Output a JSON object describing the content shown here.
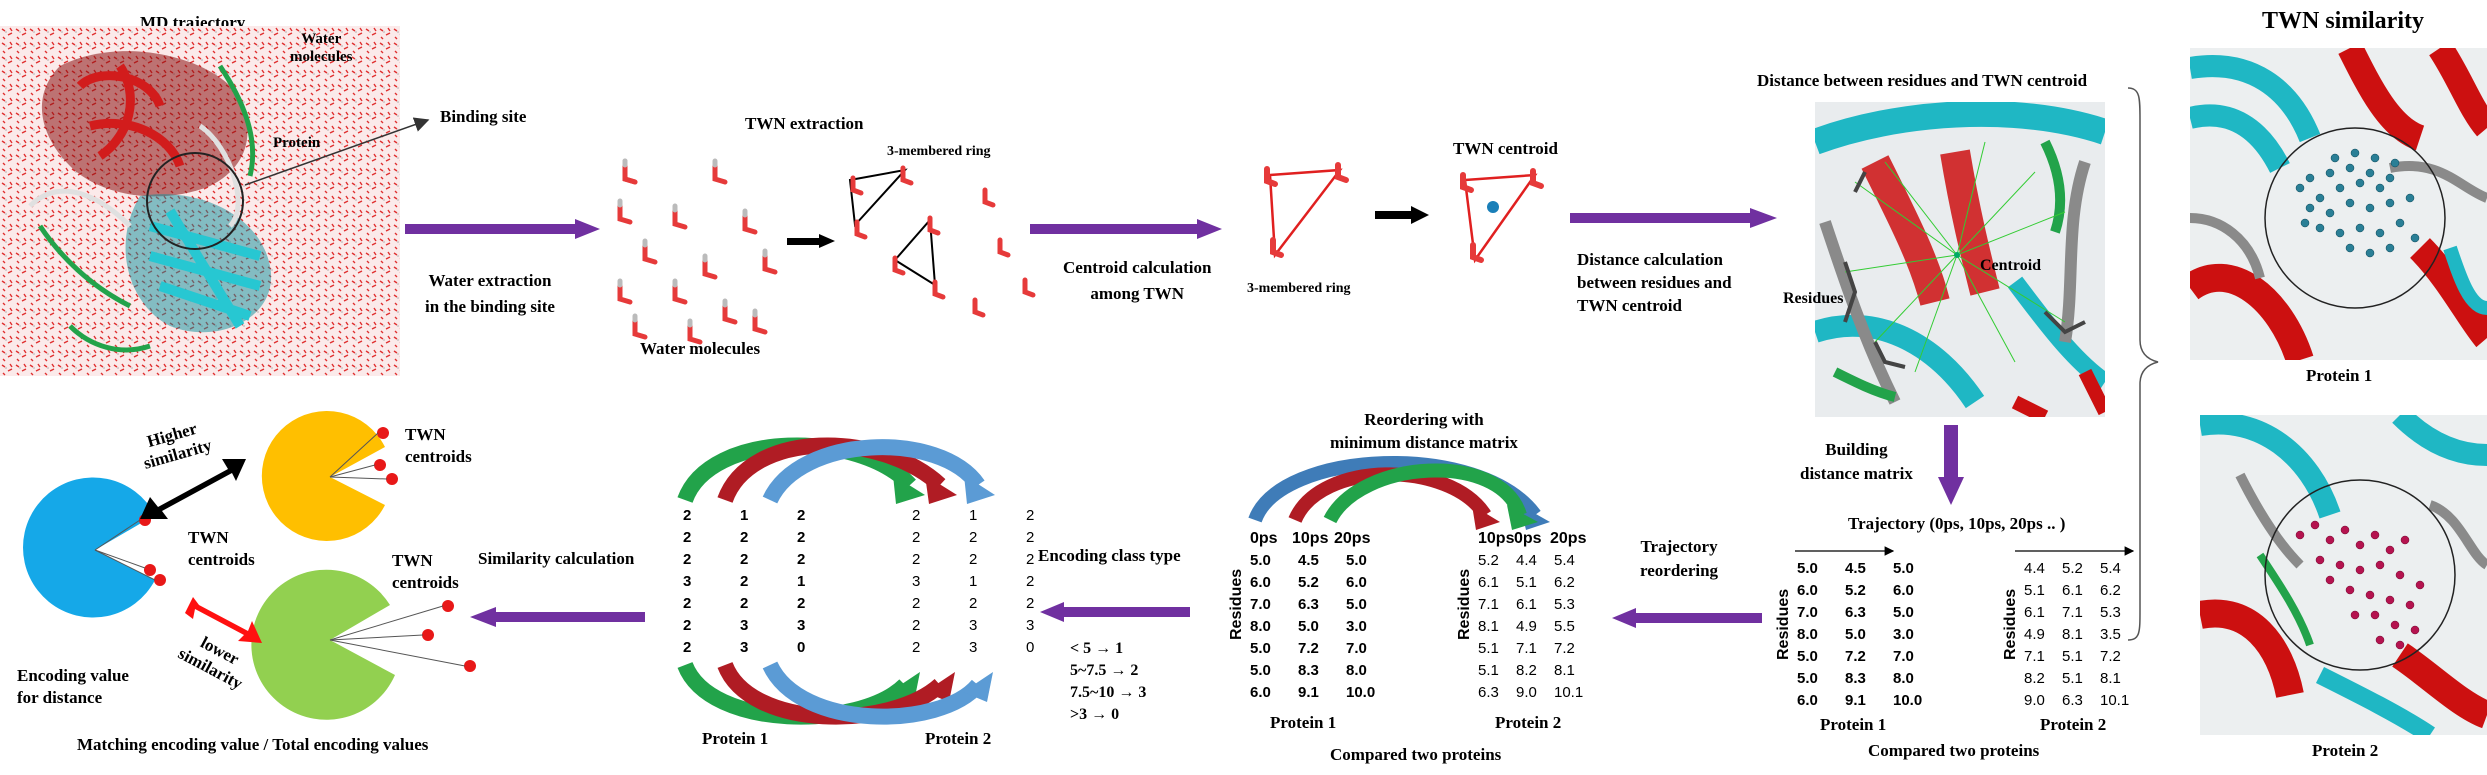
{
  "labels": {
    "md_trajectory": "MD trajectory",
    "water_molecules_top": "Water",
    "water_molecules_bottom": "molecules",
    "protein_in_md": "Protein",
    "binding_site": "Binding site",
    "water_extraction_l1": "Water extraction",
    "water_extraction_l2": "in the binding site",
    "twn_extraction": "TWN  extraction",
    "three_membered_ring_top": "3-membered ring",
    "water_molecules": "Water  molecules",
    "centroid_calc_l1": "Centroid calculation",
    "centroid_calc_l2": "among TWN",
    "three_membered_ring_bottom": "3-membered ring",
    "twn_centroid": "TWN  centroid",
    "distance_calc_l1": "Distance calculation",
    "distance_calc_l2": "between residues and",
    "distance_calc_l3": "TWN centroid",
    "dist_between_title": "Distance between residues and TWN centroid",
    "residues_label": "Residues",
    "centroid_label": "Centroid",
    "twn_similarity": "TWN similarity",
    "protein1_right": "Protein 1",
    "protein2_right": "Protein 2",
    "building_l1": "Building",
    "building_l2": "distance matrix",
    "trajectory_header": "Trajectory  (0ps, 10ps, 20ps .. )",
    "compared_two_right": "Compared  two proteins",
    "trajectory_reordering_l1": "Trajectory",
    "trajectory_reordering_l2": "reordering",
    "reordering_l1": "Reordering with",
    "reordering_l2": "minimum distance matrix",
    "compared_two_mid": "Compared  two proteins",
    "encoding_class_type": "Encoding class type",
    "similarity_calc": "Similarity calculation",
    "protein1_enc": "Protein 1",
    "protein2_enc": "Protein 2",
    "higher_sim_l1": "Higher",
    "higher_sim_l2": "similarity",
    "lower_sim_l1": "lower",
    "lower_sim_l2": "similarity",
    "twn_centroids_1_l1": "TWN",
    "twn_centroids_1_l2": "centroids",
    "twn_centroids_2_l1": "TWN",
    "twn_centroids_2_l2": "centroids",
    "twn_centroids_3_l1": "TWN",
    "twn_centroids_3_l2": "centroids",
    "encoding_value_l1": "Encoding value",
    "encoding_value_l2": "for distance",
    "matching_formula": "Matching encoding value / Total encoding values",
    "residues_axis": "Residues",
    "headers_p1": [
      "0ps",
      "10ps",
      "20ps"
    ],
    "headers_p2": [
      "10ps",
      "0ps",
      "20ps"
    ],
    "protein1_mid": "Protein 1",
    "protein2_mid": "Protein 2",
    "protein1_matrix": "Protein 1",
    "protein2_matrix": "Protein 2"
  },
  "encoding_rules": [
    "< 5 → 1",
    "5~7.5 → 2",
    "7.5~10 → 3",
    ">3 → 0"
  ],
  "matrix_p1": [
    [
      "5.0",
      "4.5",
      "5.0"
    ],
    [
      "6.0",
      "5.2",
      "6.0"
    ],
    [
      "7.0",
      "6.3",
      "5.0"
    ],
    [
      "8.0",
      "5.0",
      "3.0"
    ],
    [
      "5.0",
      "7.2",
      "7.0"
    ],
    [
      "5.0",
      "8.3",
      "8.0"
    ],
    [
      "6.0",
      "9.1",
      "10.0"
    ]
  ],
  "matrix_p2": [
    [
      "4.4",
      "5.2",
      "5.4"
    ],
    [
      "5.1",
      "6.1",
      "6.2"
    ],
    [
      "6.1",
      "7.1",
      "5.3"
    ],
    [
      "4.9",
      "8.1",
      "3.5"
    ],
    [
      "7.1",
      "5.1",
      "7.2"
    ],
    [
      "8.2",
      "5.1",
      "8.1"
    ],
    [
      "9.0",
      "6.3",
      "10.1"
    ]
  ],
  "reordered_p2": [
    [
      "5.2",
      "4.4",
      "5.4"
    ],
    [
      "6.1",
      "5.1",
      "6.2"
    ],
    [
      "7.1",
      "6.1",
      "5.3"
    ],
    [
      "8.1",
      "4.9",
      "5.5"
    ],
    [
      "5.1",
      "7.1",
      "7.2"
    ],
    [
      "5.1",
      "8.2",
      "8.1"
    ],
    [
      "6.3",
      "9.0",
      "10.1"
    ]
  ],
  "encoded_p1": [
    [
      "2",
      "1",
      "2"
    ],
    [
      "2",
      "2",
      "2"
    ],
    [
      "2",
      "2",
      "2"
    ],
    [
      "3",
      "2",
      "1"
    ],
    [
      "2",
      "2",
      "2"
    ],
    [
      "2",
      "3",
      "3"
    ],
    [
      "2",
      "3",
      "0"
    ]
  ],
  "encoded_p2": [
    [
      "2",
      "1",
      "2"
    ],
    [
      "2",
      "2",
      "2"
    ],
    [
      "2",
      "2",
      "2"
    ],
    [
      "3",
      "1",
      "2"
    ],
    [
      "2",
      "2",
      "2"
    ],
    [
      "2",
      "3",
      "3"
    ],
    [
      "2",
      "3",
      "0"
    ]
  ],
  "colors": {
    "process_arrow": "#7030a0",
    "helix_red": "#cc1010",
    "sheet_cyan": "#1fb7c4",
    "loop_green": "#22a34a",
    "pac_blue": "#15a8e8",
    "pac_yellow": "#ffbf00",
    "pac_green": "#92d050",
    "dot_red": "#e81818",
    "dark_red_arrow": "#b01c24",
    "steel_blue": "#3f7cb8"
  }
}
